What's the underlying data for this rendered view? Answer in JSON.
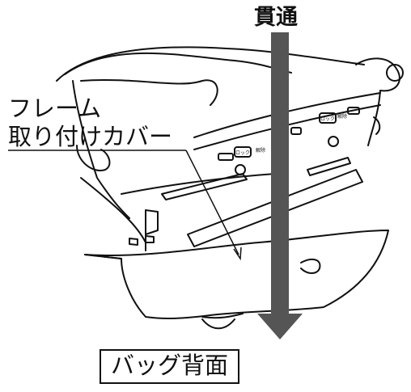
{
  "labels": {
    "through": "貫通",
    "frame_cover_line1": "フレーム",
    "frame_cover_line2": "取り付けカバー",
    "bag_back": "バッグ背面",
    "lock": "ロック",
    "release": "解除"
  },
  "colors": {
    "line": "#111111",
    "arrow": "#555555",
    "background": "#ffffff"
  }
}
